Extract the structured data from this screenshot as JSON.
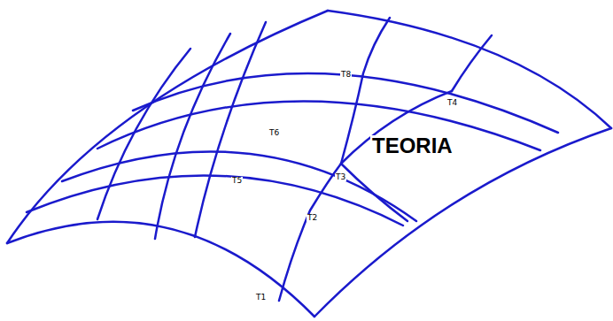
{
  "diagram": {
    "labels": [
      "T1",
      "T2",
      "T3",
      "T4",
      "T5",
      "T6",
      "T8",
      "TEORIA"
    ]
  }
}
